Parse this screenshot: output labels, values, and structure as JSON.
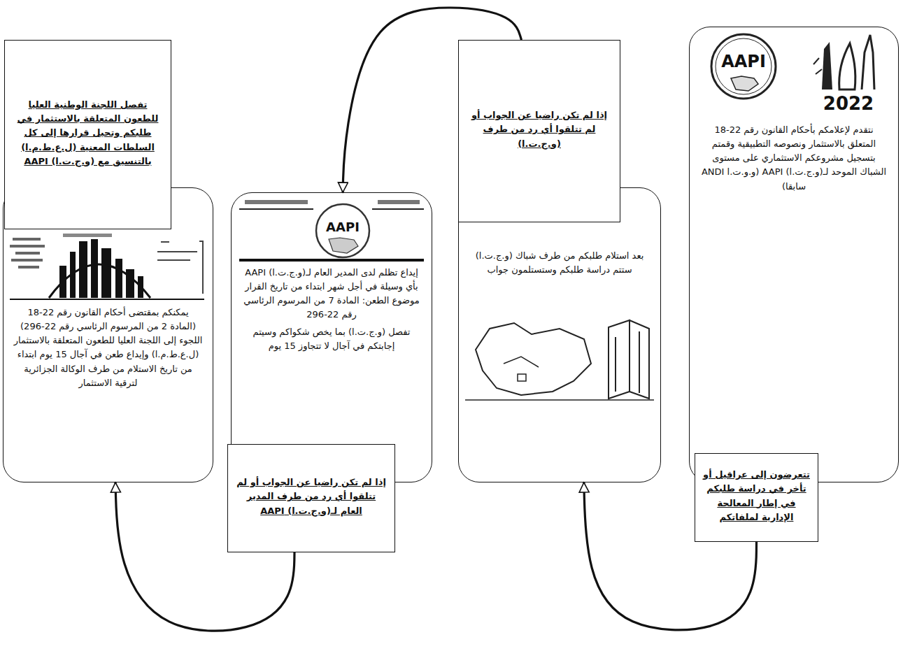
{
  "diagram": {
    "nodes": [
      {
        "text": [
          "نتقدم لإعلامكم بأحكام القانون رقم 22-18 المتعلق بالاستثمار ونصوصه التطبيقية وقمتم بتسجيل مشروعكم الاستثماري على مستوى الشباك الموحد لـ(و.ج.ت.ا) AAPI (و.و.ت.ا ANDI سابقا)"
        ]
      },
      {
        "text": [
          "تتعرضون إلى عراقيل أو تأخر في دراسة طلبكم في إطار المعالجة الإدارية لملفاتكم"
        ]
      },
      {
        "text": [
          "بعد استلام طلبكم من طرف شباك (و.ج.ت.ا) ستتم دراسة طلبكم وستستلمون جواب"
        ]
      },
      {
        "text": [
          "إذا لم تكن راضيا عن الجواب أو لم تتلقوا أي رد من طرف (و.ج.ت.ا)"
        ]
      },
      {
        "text": [
          "إيداع تظلم لدى المدير العام لـ(و.ج.ت.ا) AAPI بأي وسيلة في أجل شهر ابتداء من تاريخ القرار موضوع الطعن: المادة 7 من المرسوم الرئاسي رقم 22-296",
          "تفصل (و.ج.ت.ا) بما يخص شكواكم وسيتم إجابتكم في آجال لا تتجاوز 15 يوم"
        ]
      },
      {
        "text": [
          "إذا لم تكن راضيا عن الجواب أو لم تتلقوا أي رد من طرف المدير العام لـ(و.ج.ت.ا) AAPI"
        ]
      },
      {
        "text": [
          "يمكنكم بمقتضى أحكام القانون رقم 22-18 (المادة 2 من المرسوم الرئاسي رقم 22-296) اللجوء إلى اللجنة العليا للطعون المتعلقة بالاستثمار (ل.ع.ط.م.ا) وإيداع طعن في آجال 15 يوم ابتداء من تاريخ الاستلام من طرف الوكالة الجزائرية لترقية الاستثمار"
        ]
      },
      {
        "text": [
          "تفصل اللجنة الوطنية العليا للطعون المتعلقة بالاستثمار في طلبكم وتحيل قرارها إلى كل السلطات المعنية (ل.ع.ط.م.ا) بالتنسيق مع (و.ج.ت.ا) AAPI"
        ]
      }
    ],
    "edges": [
      {
        "from": 1,
        "to": 2,
        "arrow": "to"
      },
      {
        "from": 3,
        "to": 4,
        "arrow": "to"
      },
      {
        "from": 5,
        "to": 6,
        "arrow": "to"
      }
    ],
    "labels": [
      "AAPI",
      "2022",
      "AAPI"
    ]
  }
}
